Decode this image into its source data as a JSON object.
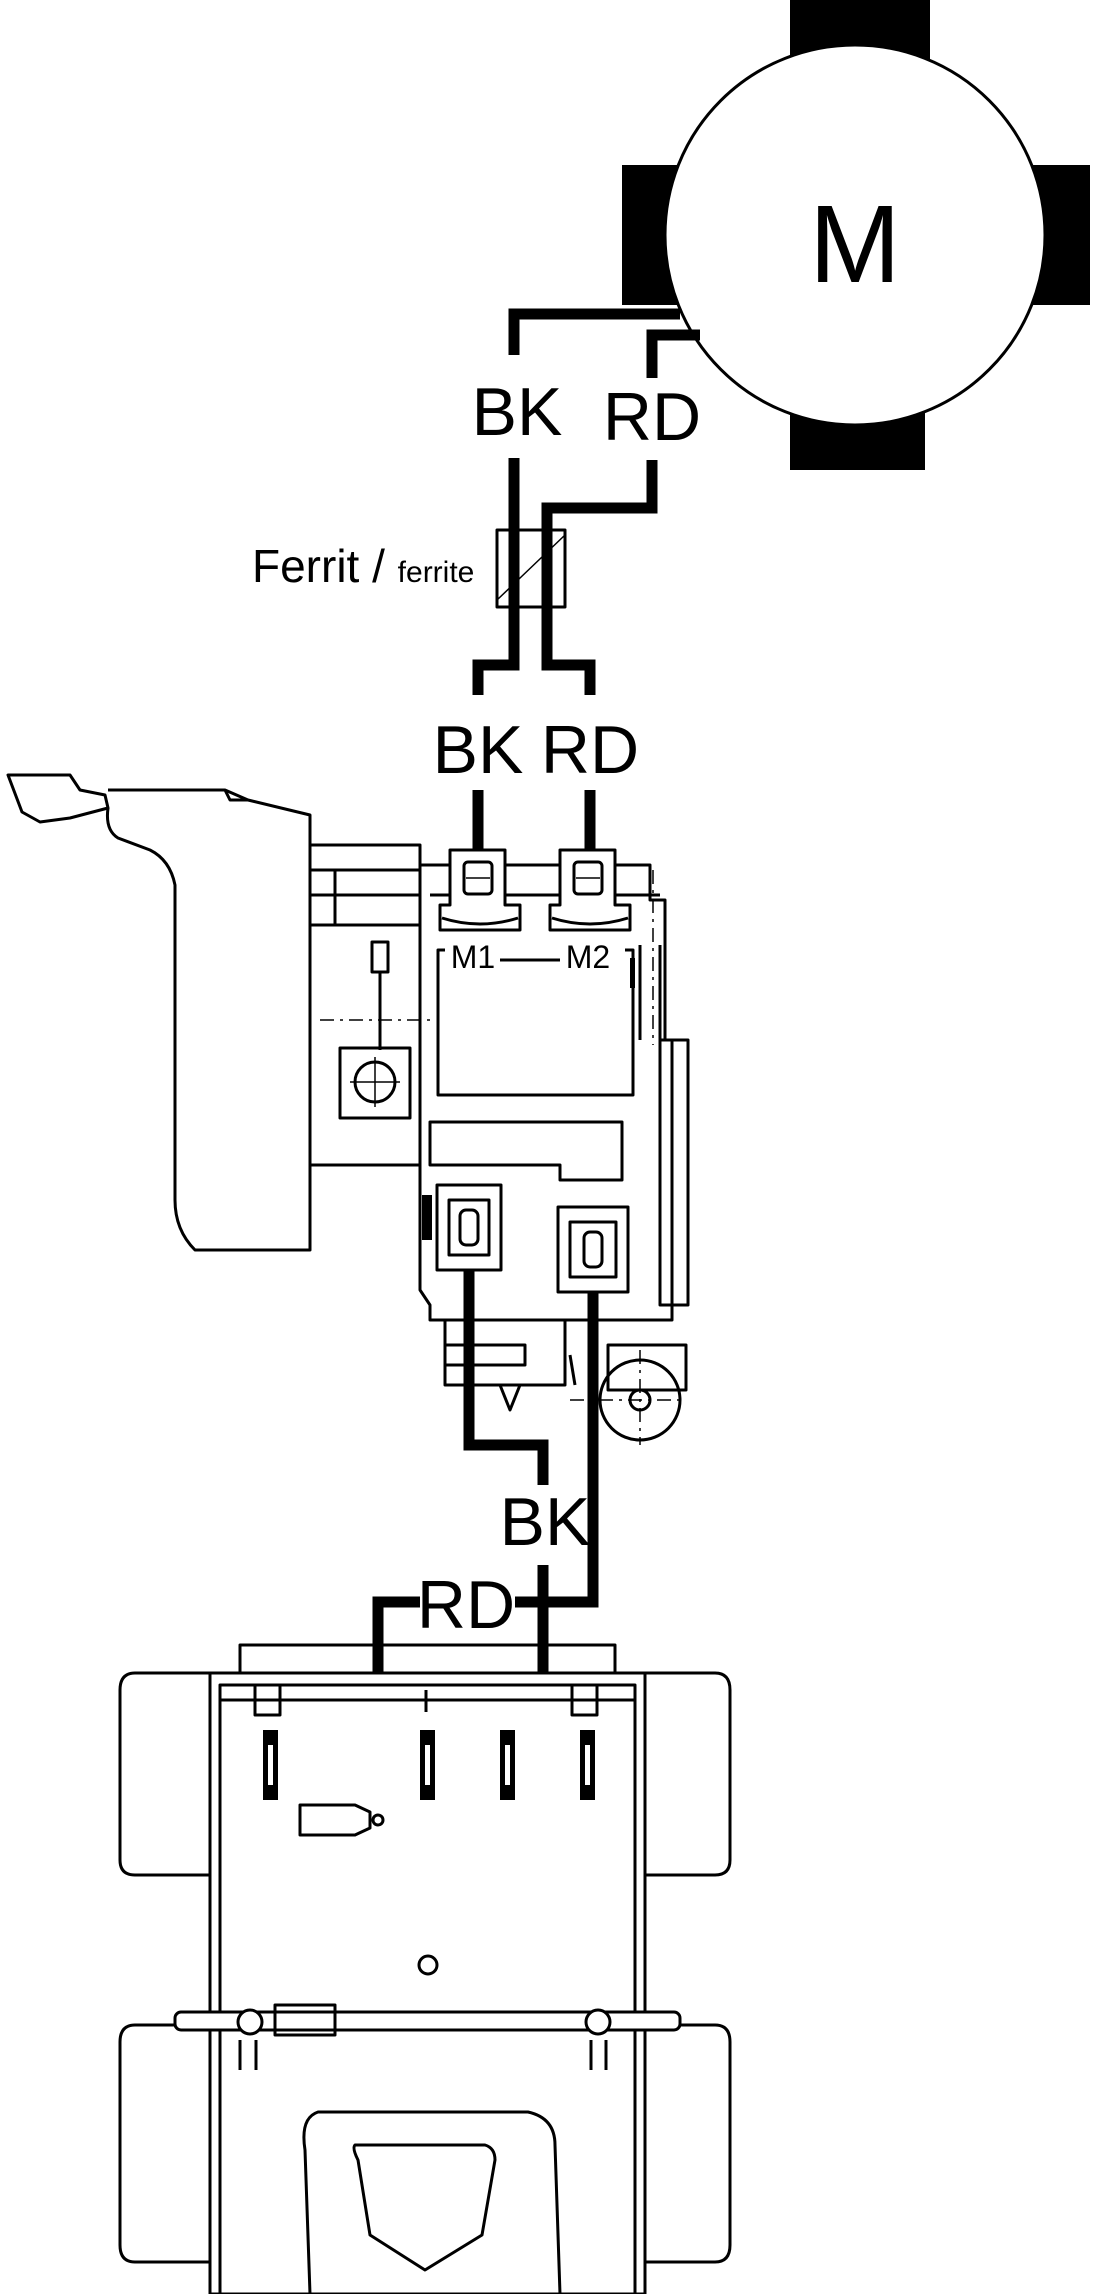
{
  "motor": {
    "label": "M"
  },
  "motor_leads": {
    "black": "BK",
    "red": "RD"
  },
  "ferrite": {
    "main": "Ferrit / ",
    "sub": "ferrite"
  },
  "switch_leads": {
    "black": "BK",
    "red": "RD"
  },
  "switch_terminals": {
    "m1": "M1",
    "m2": "M2"
  },
  "battery_leads": {
    "black": "BK",
    "red": "RD"
  }
}
